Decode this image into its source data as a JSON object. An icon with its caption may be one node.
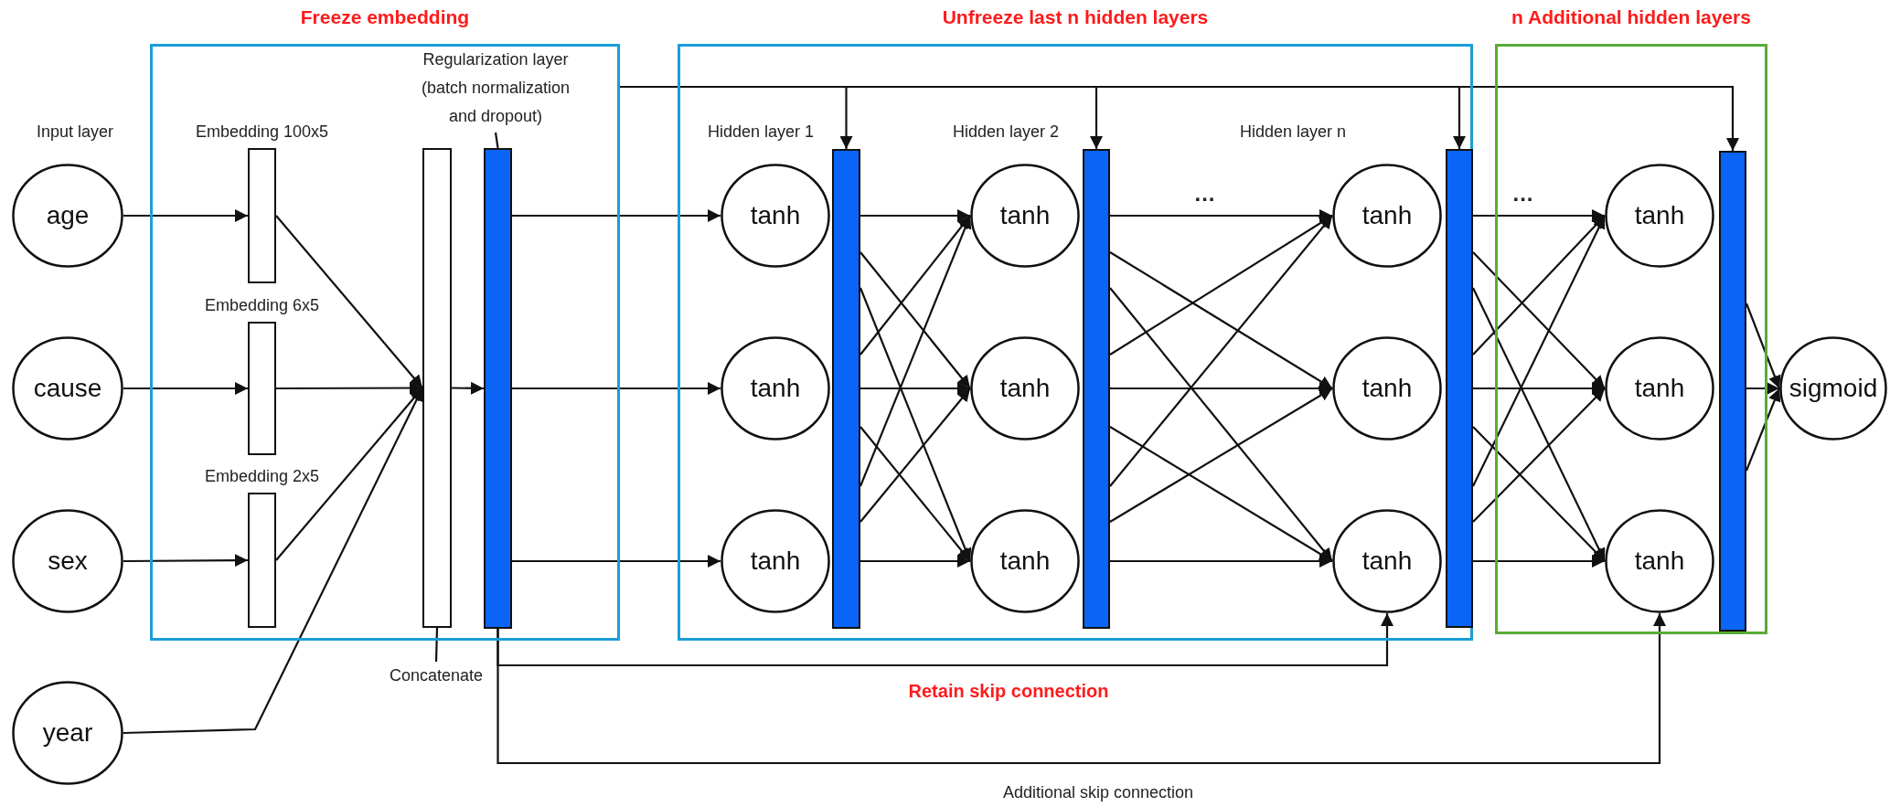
{
  "diagram": {
    "nodes": [
      {
        "text": [
          "age"
        ]
      },
      {
        "text": [
          "cause"
        ]
      },
      {
        "text": [
          "sex"
        ]
      },
      {
        "text": [
          "year"
        ]
      },
      {
        "text": [
          "Freeze embedding"
        ]
      },
      {
        "text": [],
        "shape": "box",
        "in": 4,
        "beside": [
          "Embedding 100x5"
        ]
      },
      {
        "text": [],
        "shape": "box",
        "in": 4,
        "beside": [
          "Embedding 6x5"
        ]
      },
      {
        "text": [],
        "shape": "box",
        "in": 4,
        "beside": [
          "Embedding 2x5"
        ]
      },
      {
        "text": [],
        "shape": "box",
        "in": 4
      },
      {
        "text": [],
        "shape": "bar",
        "in": 4
      },
      {
        "text": [
          "Regularization layer (batch normalization and dropout)"
        ],
        "in": 4
      },
      {
        "text": [
          "Concatenate"
        ]
      },
      {
        "text": [
          "Unfreeze last n hidden layers"
        ]
      },
      {
        "text": [
          "tanh"
        ],
        "in": 12
      },
      {
        "text": [
          "tanh"
        ],
        "in": 12
      },
      {
        "text": [
          "tanh"
        ],
        "in": 12
      },
      {
        "text": [],
        "shape": "bar",
        "in": 12
      },
      {
        "text": [
          "tanh"
        ],
        "in": 12
      },
      {
        "text": [
          "tanh"
        ],
        "in": 12
      },
      {
        "text": [
          "tanh"
        ],
        "in": 12
      },
      {
        "text": [],
        "shape": "bar",
        "in": 12
      },
      {
        "text": [
          "tanh"
        ],
        "in": 12
      },
      {
        "text": [
          "tanh"
        ],
        "in": 12
      },
      {
        "text": [
          "tanh"
        ],
        "in": 12
      },
      {
        "text": [],
        "shape": "bar",
        "in": 12
      },
      {
        "text": [
          "n Additional hidden layers"
        ]
      },
      {
        "text": [
          "tanh"
        ],
        "in": 25
      },
      {
        "text": [
          "tanh"
        ],
        "in": 25
      },
      {
        "text": [
          "tanh"
        ],
        "in": 25
      },
      {
        "text": [],
        "shape": "bar",
        "in": 25
      },
      {
        "text": [
          "sigmoid"
        ]
      }
    ],
    "edges": [
      {
        "from": 0,
        "to": 5,
        "arrow": "to"
      },
      {
        "from": 1,
        "to": 6,
        "arrow": "to"
      },
      {
        "from": 2,
        "to": 7,
        "arrow": "to"
      },
      {
        "from": 5,
        "to": 8,
        "arrow": "to"
      },
      {
        "from": 6,
        "to": 8,
        "arrow": "to"
      },
      {
        "from": 7,
        "to": 8,
        "arrow": "to"
      },
      {
        "from": 3,
        "to": 8,
        "arrow": "to"
      },
      {
        "from": 8,
        "to": 9,
        "arrow": "to"
      },
      {
        "from": 9,
        "to": 13,
        "arrow": "to"
      },
      {
        "from": 9,
        "to": 14,
        "arrow": "to"
      },
      {
        "from": 9,
        "to": 15,
        "arrow": "to"
      },
      {
        "from": 16,
        "to": 17,
        "arrow": "to"
      },
      {
        "from": 16,
        "to": 18,
        "arrow": "to"
      },
      {
        "from": 16,
        "to": 19,
        "arrow": "to"
      },
      {
        "from": 16,
        "to": 17,
        "arrow": "to"
      },
      {
        "from": 16,
        "to": 18,
        "arrow": "to"
      },
      {
        "from": 16,
        "to": 19,
        "arrow": "to"
      },
      {
        "from": 16,
        "to": 17,
        "arrow": "to"
      },
      {
        "from": 16,
        "to": 18,
        "arrow": "to"
      },
      {
        "from": 16,
        "to": 19,
        "arrow": "to"
      },
      {
        "from": 20,
        "to": 21,
        "arrow": "to"
      },
      {
        "from": 20,
        "to": 22,
        "arrow": "to"
      },
      {
        "from": 20,
        "to": 23,
        "arrow": "to"
      },
      {
        "from": 20,
        "to": 21,
        "arrow": "to"
      },
      {
        "from": 20,
        "to": 22,
        "arrow": "to"
      },
      {
        "from": 20,
        "to": 23,
        "arrow": "to"
      },
      {
        "from": 20,
        "to": 21,
        "arrow": "to"
      },
      {
        "from": 20,
        "to": 22,
        "arrow": "to"
      },
      {
        "from": 20,
        "to": 23,
        "arrow": "to"
      },
      {
        "from": 24,
        "to": 26,
        "arrow": "to"
      },
      {
        "from": 24,
        "to": 27,
        "arrow": "to"
      },
      {
        "from": 24,
        "to": 28,
        "arrow": "to"
      },
      {
        "from": 24,
        "to": 26,
        "arrow": "to"
      },
      {
        "from": 24,
        "to": 27,
        "arrow": "to"
      },
      {
        "from": 24,
        "to": 28,
        "arrow": "to"
      },
      {
        "from": 24,
        "to": 26,
        "arrow": "to"
      },
      {
        "from": 24,
        "to": 27,
        "arrow": "to"
      },
      {
        "from": 24,
        "to": 28,
        "arrow": "to"
      },
      {
        "from": 29,
        "to": 30,
        "arrow": "to"
      },
      {
        "from": 29,
        "to": 30,
        "arrow": "to"
      },
      {
        "from": 29,
        "to": 30,
        "arrow": "to"
      },
      {
        "from": 4,
        "to": 16,
        "arrow": "to"
      },
      {
        "from": 4,
        "to": 20,
        "arrow": "to"
      },
      {
        "from": 4,
        "to": 24,
        "arrow": "to"
      },
      {
        "from": 4,
        "to": 29,
        "arrow": "to"
      },
      {
        "from": 9,
        "to": 23,
        "arrow": "to",
        "label": "Retain skip connection"
      },
      {
        "from": 9,
        "to": 28,
        "arrow": "to",
        "label": "Additional skip connection"
      },
      {
        "from": 10,
        "to": 9,
        "arrow": "none"
      },
      {
        "from": 11,
        "to": 8,
        "arrow": "none"
      }
    ],
    "labels": [
      "Input layer",
      "Hidden layer 1",
      "Hidden layer 2",
      "...",
      "Hidden layer n",
      "..."
    ]
  }
}
